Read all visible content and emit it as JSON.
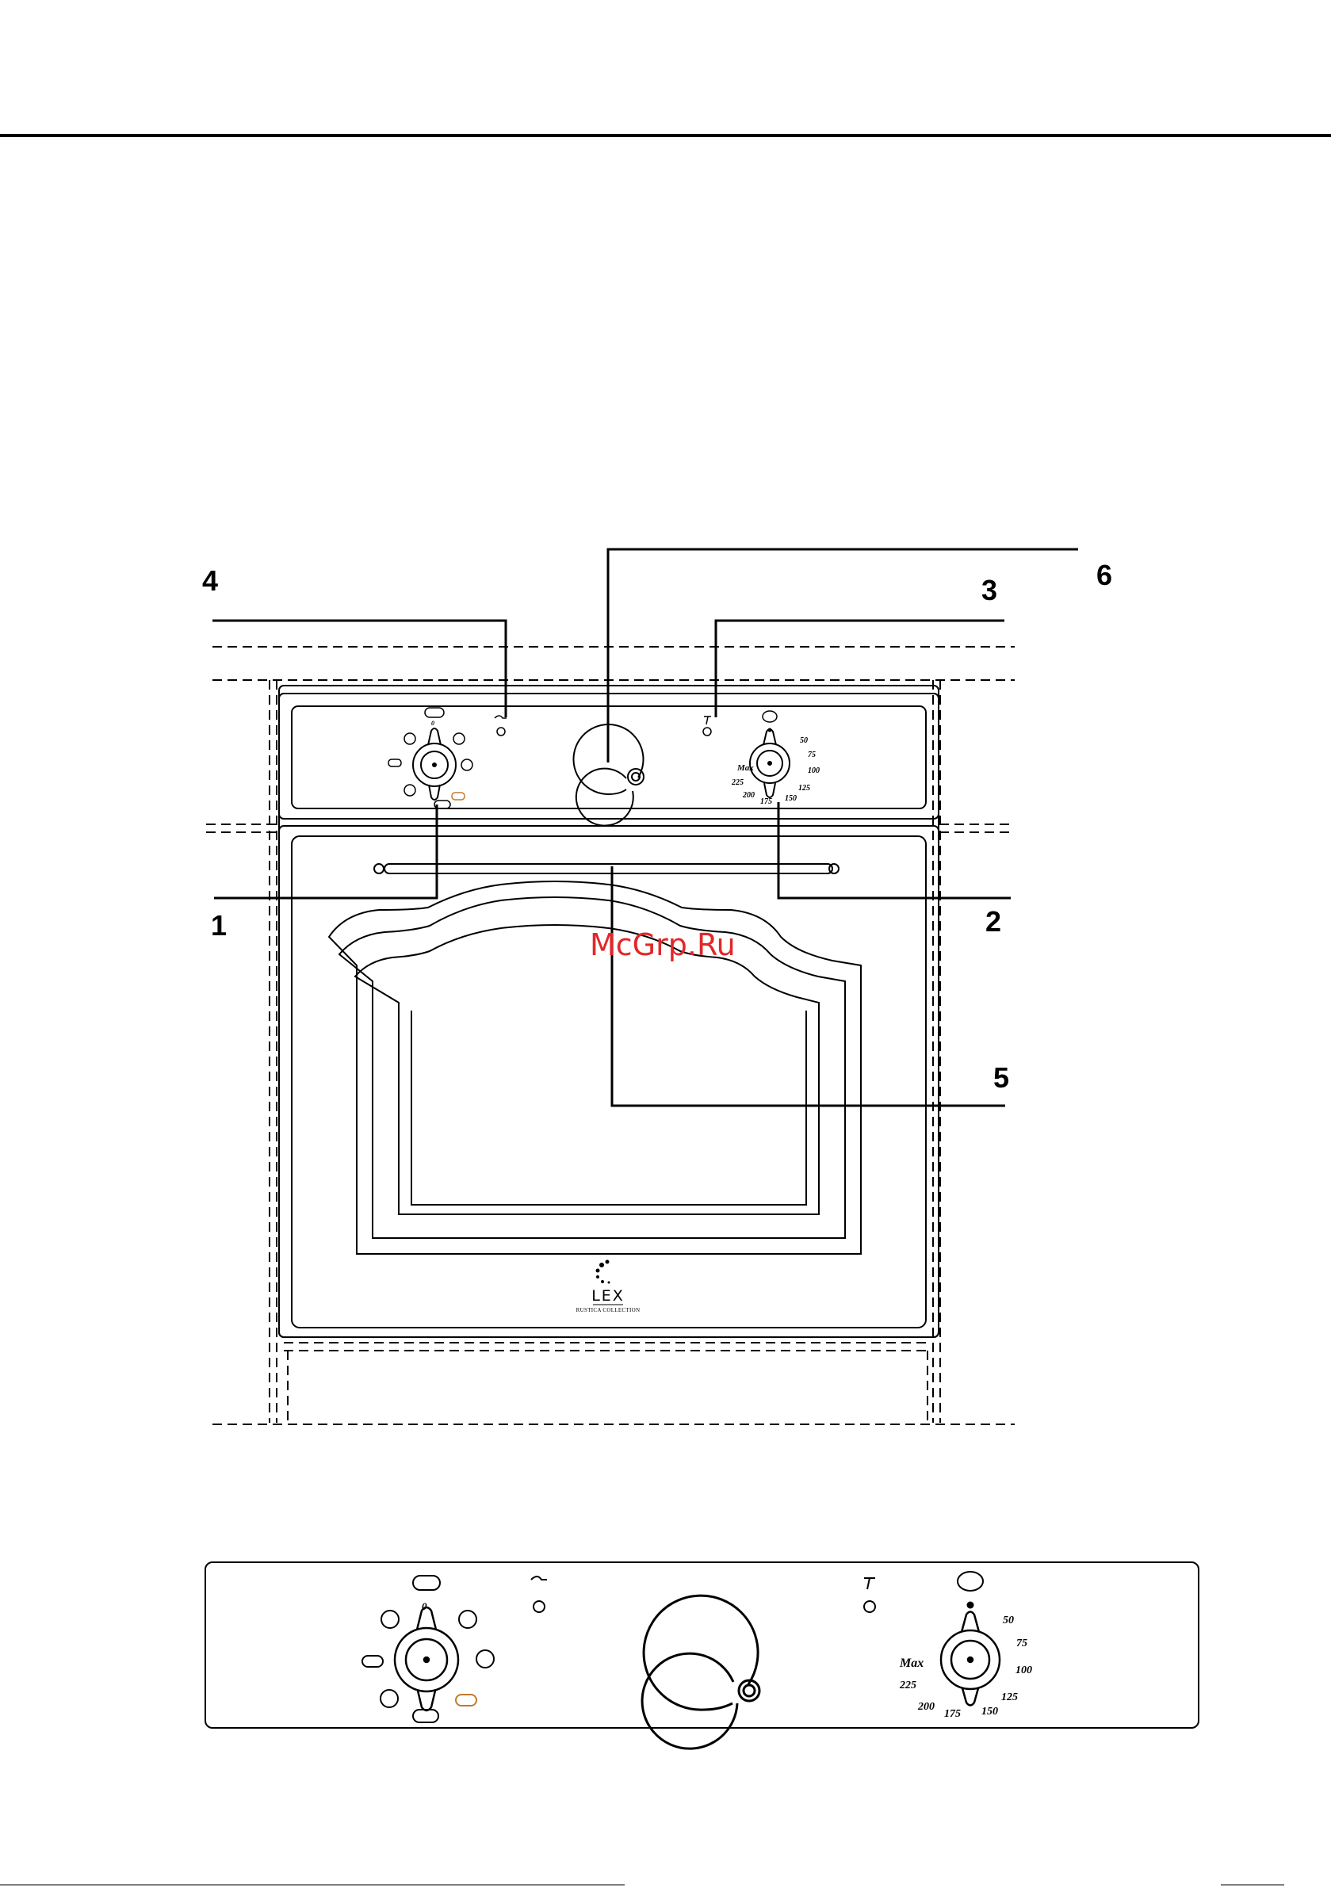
{
  "callouts": {
    "c1": "1",
    "c2": "2",
    "c3": "3",
    "c4": "4",
    "c5": "5",
    "c6": "6"
  },
  "watermark": "McGrp.Ru",
  "brand": {
    "name": "LEX",
    "collection": "RUSTICA COLLECTION"
  },
  "thermostat": {
    "max_label": "Max",
    "scale": [
      "50",
      "75",
      "100",
      "125",
      "150",
      "175",
      "200",
      "225"
    ]
  },
  "thermostat_detail_scale": [
    "50",
    "75",
    "100",
    "125",
    "150",
    "175",
    "200",
    "225"
  ],
  "function_knob": {
    "zero_label": "0"
  },
  "icons": {
    "indicator_left": "power-indicator-icon",
    "indicator_right": "thermostat-indicator-icon",
    "timer": "timer-knob-icon"
  },
  "colors": {
    "line": "#000000",
    "watermark": "#e0282a",
    "lamp_accent": "#c07a30"
  }
}
